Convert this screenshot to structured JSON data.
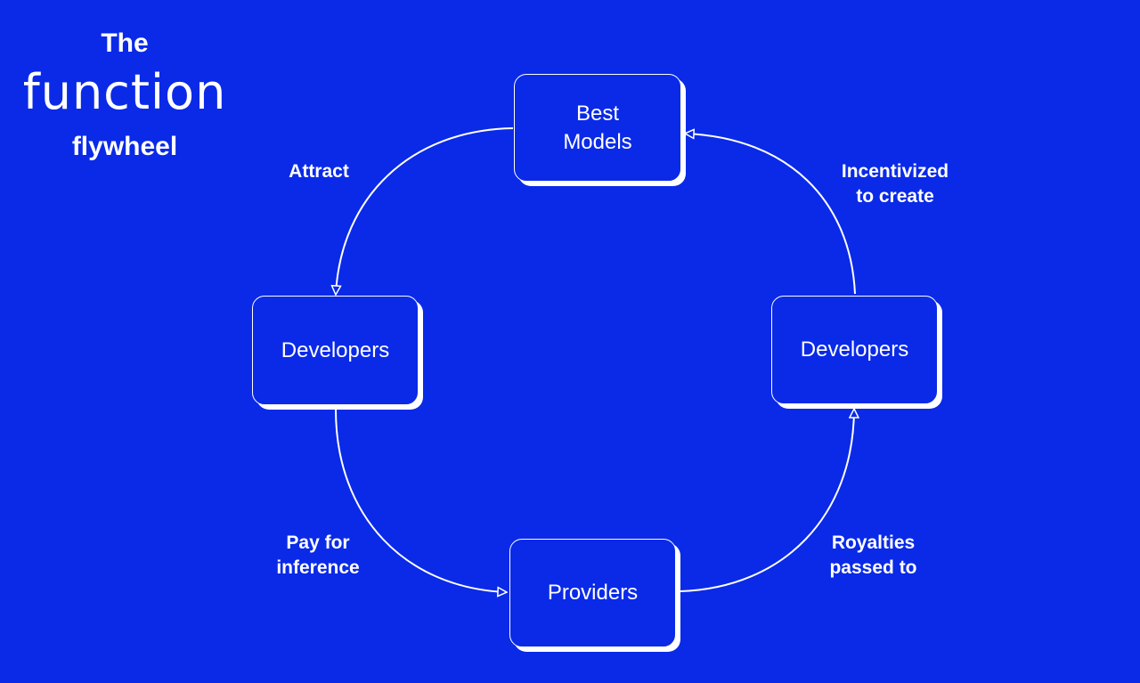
{
  "title": {
    "the": "The",
    "logo": "function",
    "subtitle": "flywheel"
  },
  "nodes": {
    "best_models": "Best\nModels",
    "developers_left": "Developers",
    "developers_right": "Developers",
    "providers": "Providers"
  },
  "edges": {
    "attract": "Attract",
    "incentivized": "Incentivized\nto create",
    "pay_for_inference": "Pay for\ninference",
    "royalties": "Royalties\npassed to"
  },
  "colors": {
    "background": "#0a2ae8",
    "foreground": "#ffffff"
  }
}
